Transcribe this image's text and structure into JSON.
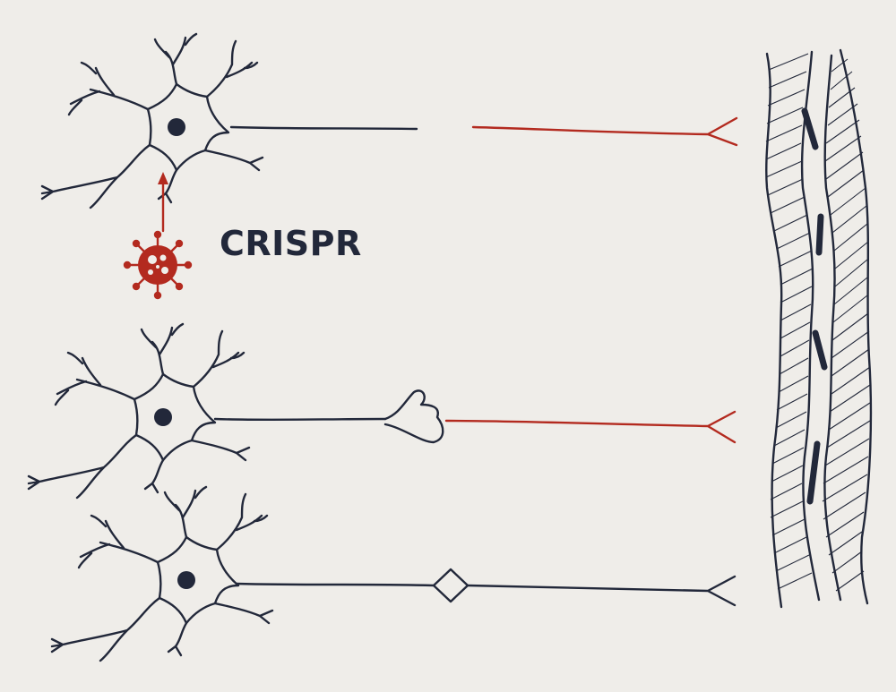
{
  "labels": {
    "crispr": "CRISPR"
  },
  "colors": {
    "background": "#efede9",
    "ink": "#22283a",
    "accent_red": "#b32a1f"
  },
  "elements": {
    "neurons": [
      {
        "name": "neuron-top",
        "axon_state": "broken-regenerating"
      },
      {
        "name": "neuron-middle",
        "axon_state": "retraction-bulb"
      },
      {
        "name": "neuron-bottom",
        "axon_state": "intact-with-lesion"
      }
    ],
    "crispr_virus_icon": "virus-icon",
    "target": "spinal-cord"
  }
}
